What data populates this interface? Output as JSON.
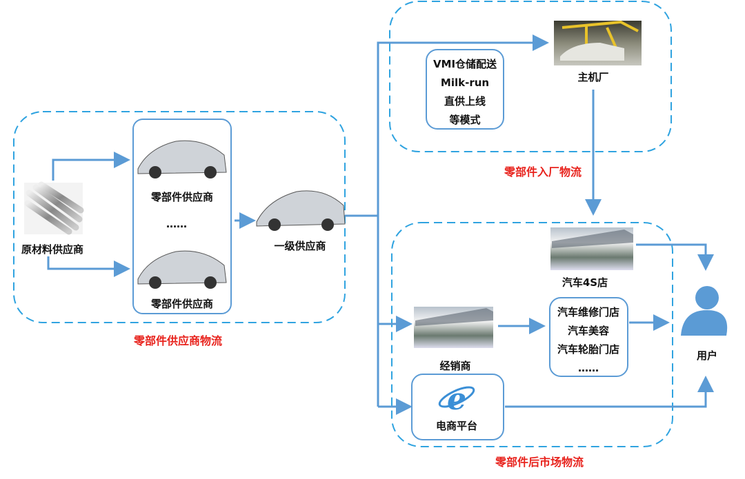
{
  "colors": {
    "dash": "#2fa3e0",
    "line": "#5b9bd5",
    "red": "#e8231d"
  },
  "supplier_logistics": {
    "title": "零部件供应商物流",
    "raw_material": "原材料供应商",
    "parts_supplier_1": "零部件供应商",
    "ellipsis": "……",
    "parts_supplier_2": "零部件供应商",
    "tier1": "一级供应商"
  },
  "inbound_logistics": {
    "title": "零部件入厂物流",
    "modes": [
      "VMI仓储配送",
      "Milk-run",
      "直供上线",
      "等模式"
    ],
    "oem": "主机厂"
  },
  "aftermarket_logistics": {
    "title": "零部件后市场物流",
    "store_4s": "汽车4S店",
    "dealer": "经销商",
    "shops": [
      "汽车维修门店",
      "汽车美容",
      "汽车轮胎门店",
      "……"
    ],
    "ecommerce": "电商平台"
  },
  "user": "用户"
}
